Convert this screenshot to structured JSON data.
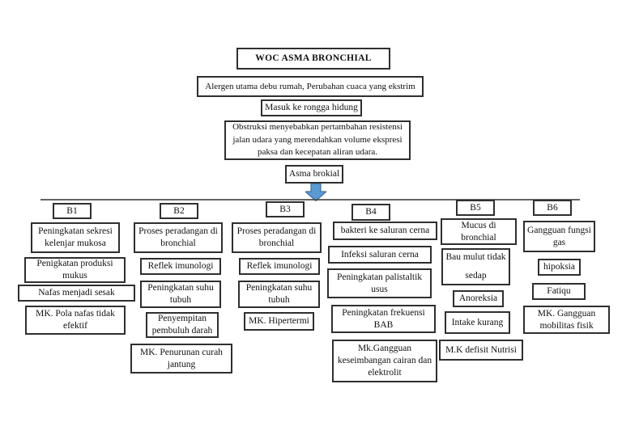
{
  "title": "WOC ASMA BRONCHIAL",
  "flow": {
    "allergen": "Alergen utama debu rumah, Perubahan cuaca yang ekstrim",
    "entry": "Masuk ke rongga hidung",
    "obstruction": "Obstruksi menyebabkan pertambahan resistensi jalan udara yang merendahkan volume ekspresi paksa dan kecepatan aliran udara.",
    "asthma": "Asma brokial"
  },
  "branches": [
    {
      "label": "B1",
      "items": [
        "Peningkatan sekresi kelenjar mukosa",
        "Penigkatan produksi mukus",
        "Nafas menjadi sesak",
        "MK. Pola nafas tidak efektif"
      ]
    },
    {
      "label": "B2",
      "items": [
        "Proses peradangan di bronchial",
        "Reflek imunologi",
        "Peningkatan suhu tubuh",
        "Penyempitan pembuluh darah",
        "MK. Penurunan curah jantung"
      ]
    },
    {
      "label": "B3",
      "items": [
        "Proses peradangan di bronchial",
        "Reflek imunologi",
        "Peningkatan suhu tubuh",
        "MK. Hipertermi"
      ]
    },
    {
      "label": "B4",
      "items": [
        "bakteri ke saluran cerna",
        "Infeksi saluran cerna",
        "Peningkatan palistaltik usus",
        "Peningkatan frekuensi BAB",
        "Mk.Gangguan keseimbangan cairan dan elektrolit"
      ]
    },
    {
      "label": "B5",
      "items": [
        "Mucus di bronchial",
        "Bau mulut tidak sedap",
        "Anoreksia",
        "Intake kurang",
        "M.K defisit Nutrisi"
      ]
    },
    {
      "label": "B6",
      "items": [
        "Gangguan fungsi gas",
        "hipoksia",
        "Fatiqu",
        "MK. Gangguan mobilitas fisik"
      ]
    }
  ],
  "colors": {
    "arrow_fill": "#5b9bd5",
    "arrow_stroke": "#41719c",
    "box_border": "#2f2f2f",
    "line_color": "#4a4a4a"
  }
}
